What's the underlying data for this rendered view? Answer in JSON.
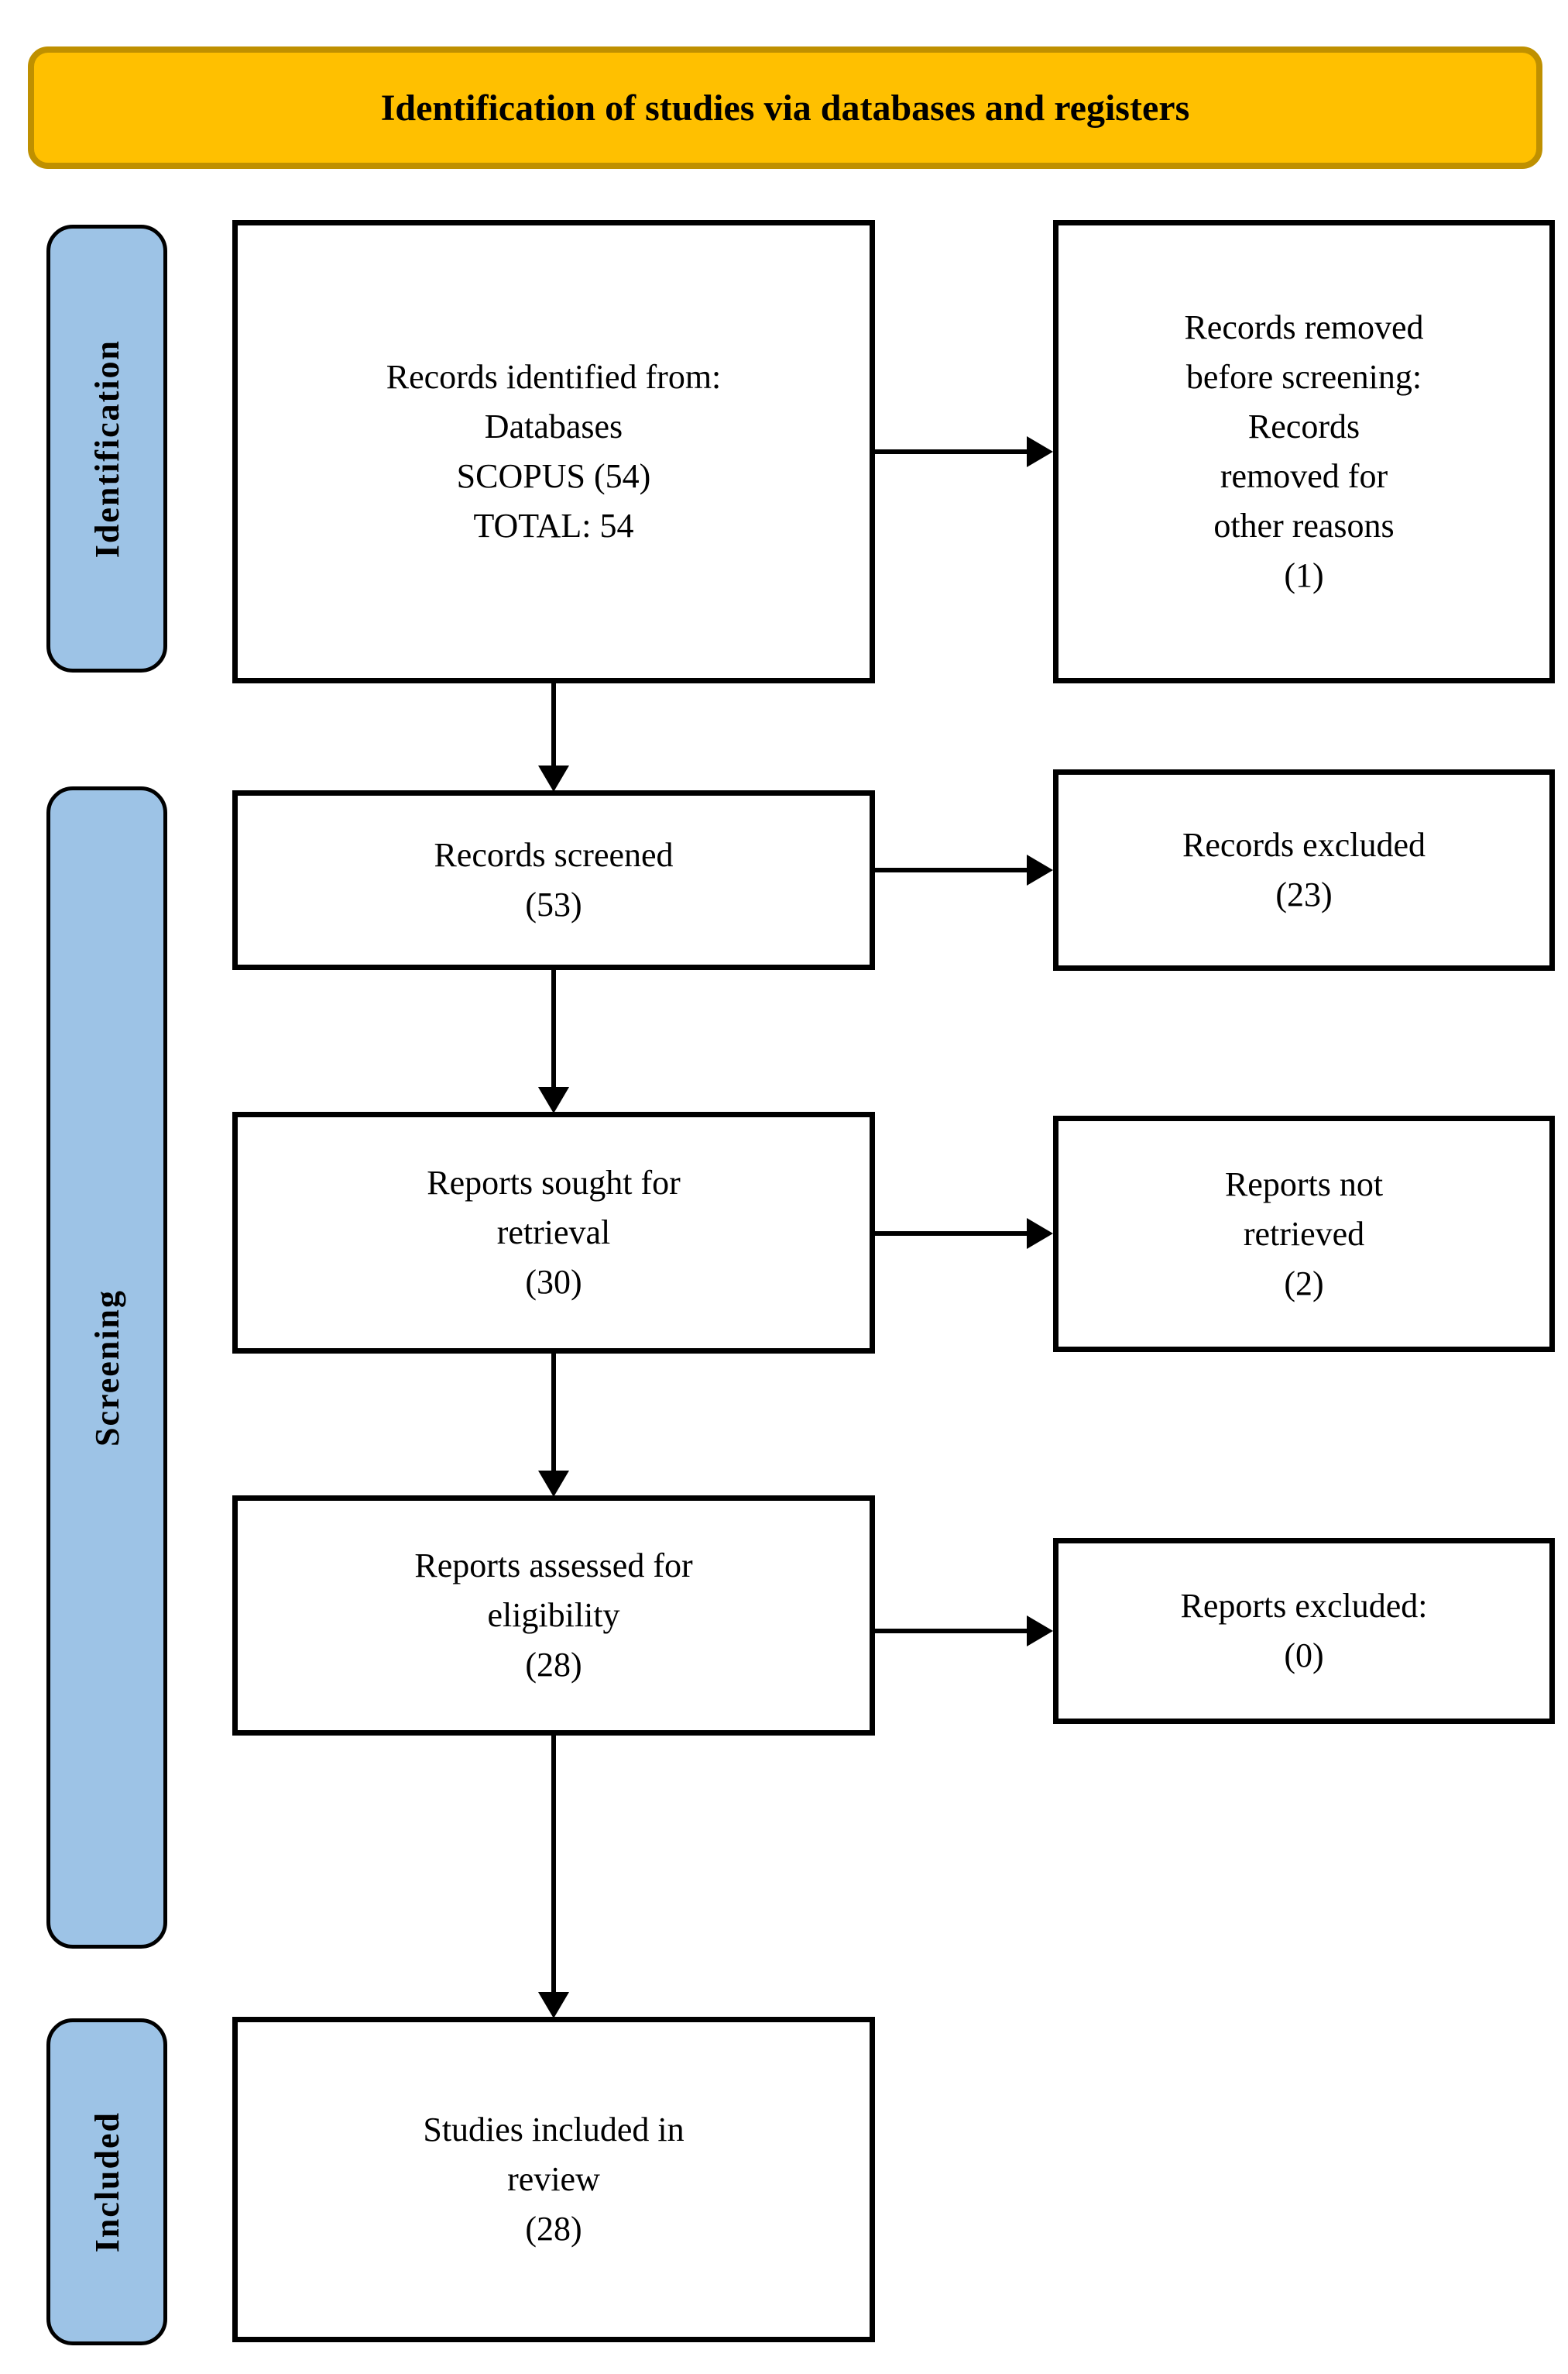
{
  "banner": {
    "title": "Identification of studies via databases and registers"
  },
  "stage_labels": {
    "identification": "Identification",
    "screening": "Screening",
    "included": "Included"
  },
  "boxes": {
    "records_identified": [
      "Records identified from:",
      "Databases",
      "SCOPUS (54)",
      "TOTAL: 54"
    ],
    "records_removed": [
      "Records removed",
      "before screening:",
      "Records",
      "removed for",
      "other reasons",
      "(1)"
    ],
    "records_screened": [
      "Records screened",
      "(53)"
    ],
    "records_excluded": [
      "Records excluded",
      "(23)"
    ],
    "reports_sought": [
      "Reports sought for",
      "retrieval",
      "(30)"
    ],
    "reports_not_retrieved": [
      "Reports not",
      "retrieved",
      "(2)"
    ],
    "reports_assessed": [
      "Reports assessed for",
      "eligibility",
      "(28)"
    ],
    "reports_excluded": [
      "Reports excluded:",
      "(0)"
    ],
    "studies_included": [
      "Studies included in",
      "review",
      "(28)"
    ]
  },
  "colors": {
    "banner_fill": "#FFC000",
    "banner_border": "#BF9000",
    "stage_fill": "#9DC3E6",
    "stage_border": "#000000",
    "box_background": "#FFFFFF",
    "box_border": "#000000",
    "arrow_color": "#000000"
  }
}
